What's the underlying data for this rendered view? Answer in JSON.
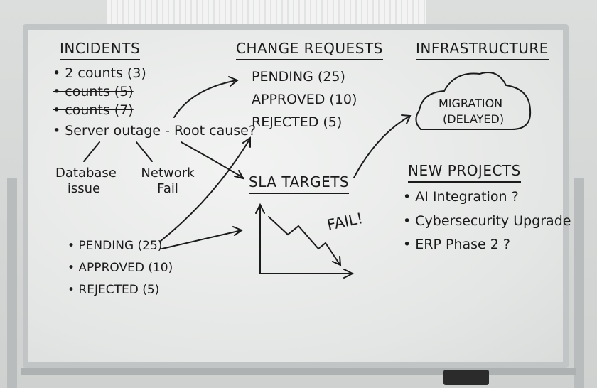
{
  "incidents": {
    "title": "INCIDENTS",
    "items": [
      "• 2 counts (3)",
      "• counts (5)",
      "• counts (7)",
      "• Server outage - Root cause?"
    ],
    "causes": [
      "Database issue",
      "Network Fail"
    ],
    "status": [
      "• PENDING (25)",
      "• APPROVED (10)",
      "• REJECTED (5)"
    ]
  },
  "change_requests": {
    "title": "CHANGE REQUESTS",
    "items": [
      "PENDING (25)",
      "APPROVED (10)",
      "REJECTED (5)"
    ]
  },
  "sla": {
    "title": "SLA TARGETS",
    "note": "FAIL!"
  },
  "infrastructure": {
    "title": "INFRASTRUCTURE",
    "cloud_line1": "MIGRATION",
    "cloud_line2": "(DELAYED)"
  },
  "new_projects": {
    "title": "NEW PROJECTS",
    "items": [
      "• AI Integration ?",
      "• Cybersecurity Upgrade",
      "• ERP Phase 2 ?"
    ]
  }
}
